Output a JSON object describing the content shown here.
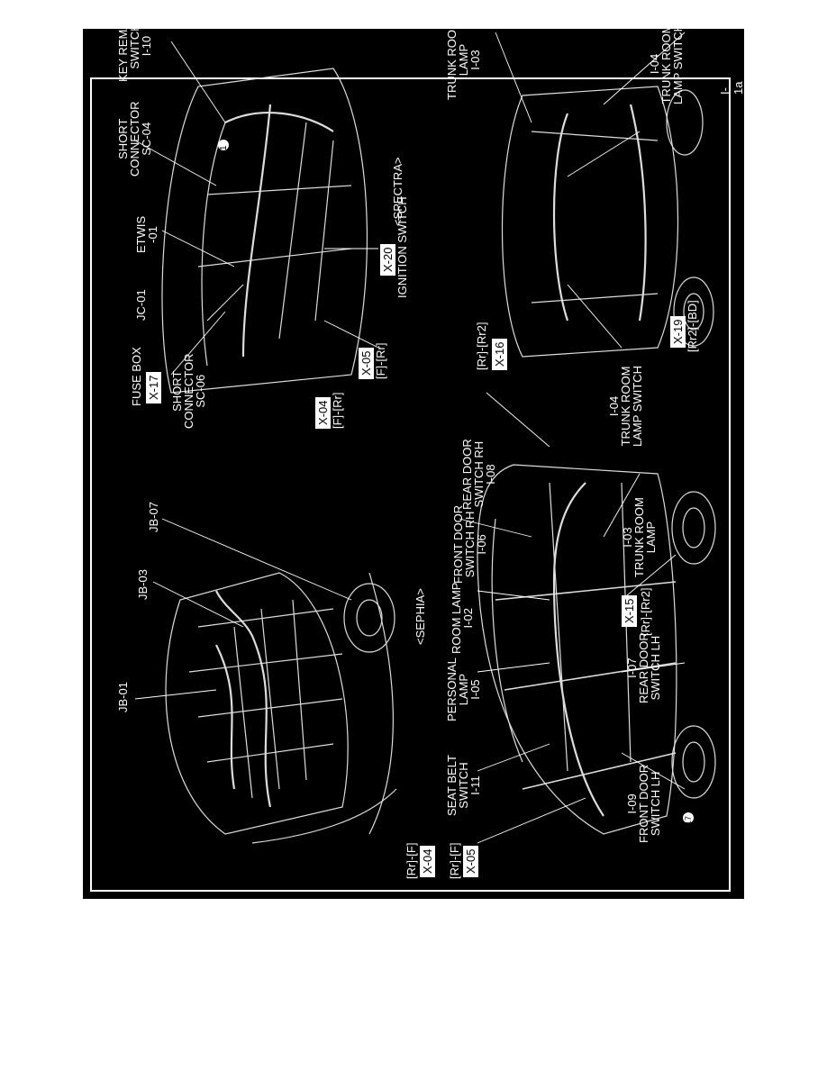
{
  "page_id": "I-1a",
  "sephia": {
    "title": "<SEPHIA>",
    "labels": {
      "jb01": "JB-01",
      "jb03": "JB-03",
      "jb07": "JB-07",
      "seat_belt": "SEAT BELT\nSWITCH\nI-11",
      "personal_lamp": "PERSONAL\nLAMP\nI-05",
      "room_lamp": "ROOM LAMP\nI-02",
      "front_door_rh": "FRONT DOOR\nSWITCH RH\nI-06",
      "rear_door_rh": "REAR DOOR\nSWITCH RH\nI-08",
      "trunk_switch": "I-04\nTRUNK ROOM\nLAMP SWITCH",
      "trunk_lamp": "I-03\nTRUNK ROOM\nLAMP",
      "rear_door_lh": "I-07\nREAR DOOR\nSWITCH LH",
      "front_door_lh": "I-09\nFRONT DOOR\nSWITCH LH"
    },
    "connectors": {
      "x04": {
        "code": "X-04",
        "ref": "[Rr]-[F]"
      },
      "x05": {
        "code": "X-05",
        "ref": "[Rr]-[F]"
      },
      "x15": {
        "code": "X-15",
        "ref": "[Rr]-[Rr2]"
      }
    }
  },
  "spectra": {
    "title": "<SPECTRA>",
    "labels": {
      "fuse_box": "FUSE BOX",
      "short_sc06": "SHORT\nCONNECTOR\nSC-06",
      "jc01": "JC-01",
      "etwis": "ETWIS\n-01",
      "short_sc04": "SHORT\nCONNECTOR\nSC-04",
      "key_remain": "KEY REMAIN\nSWITCH\nI-10",
      "ignition": "IGNITION SWITCH",
      "trunk_lamp": "TRUNK ROOM\nLAMP\nI-03",
      "trunk_switch": "I-04\nTRUNK ROOM\nLAMP SWITCH"
    },
    "connectors": {
      "x17": {
        "code": "X-17"
      },
      "x04": {
        "code": "X-04",
        "ref": "[F]-[Rr]"
      },
      "x05": {
        "code": "X-05",
        "ref": "[F]-[Rr]"
      },
      "x20": {
        "code": "X-20"
      },
      "x16": {
        "code": "X-16",
        "ref": "[Rr]-[Rr2]"
      },
      "x19": {
        "code": "X-19",
        "ref": "[Rr2]-[BD]"
      }
    }
  },
  "markers": {
    "jc01_num": "1",
    "sephia_num": "17"
  },
  "colors": {
    "background": "#000000",
    "ink": "#ffffff",
    "page": "#ffffff"
  }
}
